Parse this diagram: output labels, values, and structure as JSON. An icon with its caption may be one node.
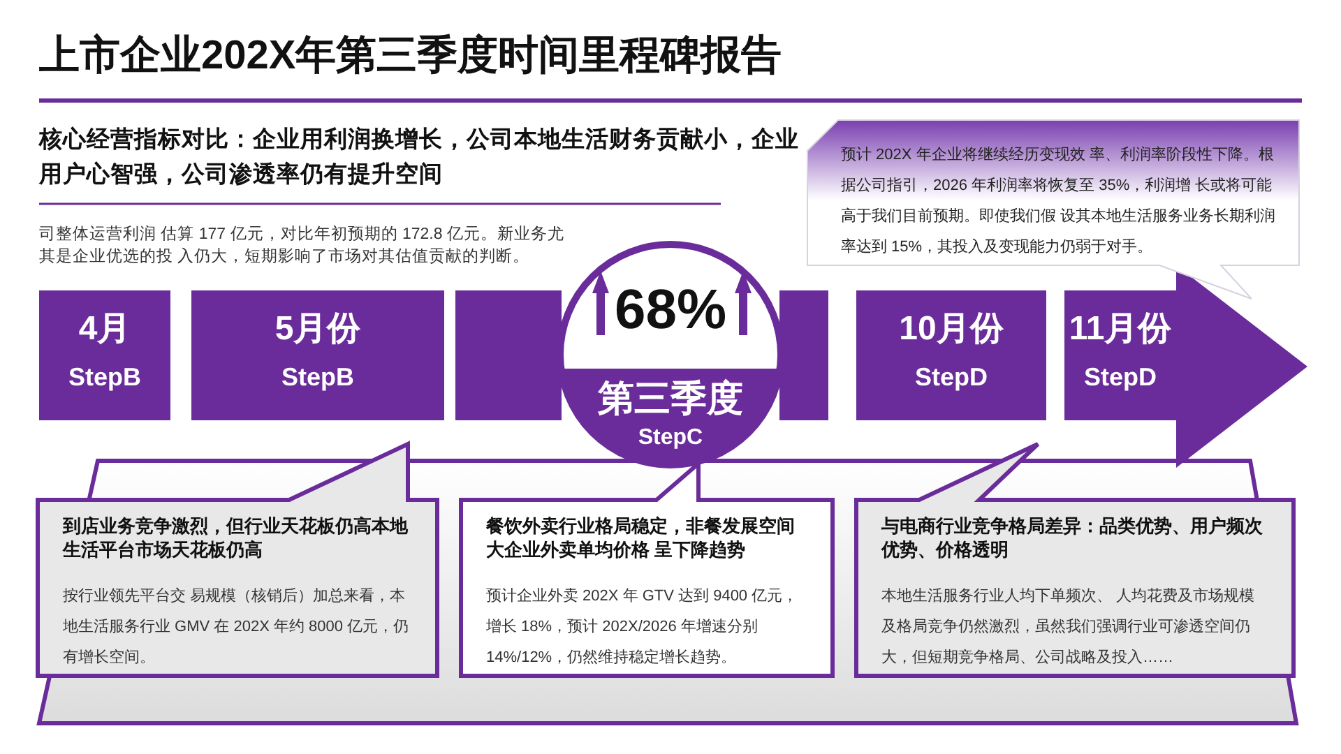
{
  "diagram": {
    "title": "上市企业202X年第三季度时间里程碑报告",
    "nodes": [
      {
        "text": [
          "4月",
          "StepB"
        ]
      },
      {
        "text": [
          "5月份",
          "StepB"
        ]
      },
      {
        "text": [],
        "shape": "bar"
      },
      {
        "text": [
          "68%",
          "第三季度",
          "StepC"
        ]
      },
      {
        "text": [],
        "shape": "bar"
      },
      {
        "text": [
          "10月份",
          "StepD"
        ]
      },
      {
        "text": [
          "11月份",
          "StepD"
        ]
      },
      {
        "text": [
          "预计 202X 年企业将继续经历变现效 率、利润率阶段性下降。根据公司指引，2026 年利润率将恢复至 35%，利润增 长或将可能高于我们目前预期。即使我们假 设其本地生活服务业务长期利润率达到 15%，其投入及变现能力仍弱于对手。"
        ]
      },
      {
        "text": [
          "到店业务竞争激烈，但行业天花板仍高本地生活平台市场天花板仍高",
          "按行业领先平台交 易规模（核销后）加总来看，本地生活服务行业 GMV 在 202X 年约 8000 亿元，仍有增长空间。"
        ]
      },
      {
        "text": [
          "餐饮外卖行业格局稳定，非餐发展空间大企业外卖单均价格 呈下降趋势",
          "预计企业外卖 202X 年 GTV 达到 9400 亿元，增长 18%，预计 202X/2026 年增速分别 14%/12%，仍然维持稳定增长趋势。"
        ]
      },
      {
        "text": [
          "与电商行业竞争格局差异：品类优势、用户频次优势、价格透明",
          "本地生活服务行业人均下单频次、 人均花费及市场规模及格局竞争仍然激烈，虽然我们强调行业可渗透空间仍大，但短期竞争格局、公司战略及投入……"
        ]
      }
    ],
    "edges": [],
    "labels": [
      "核心经营指标对比：企业用利润换增长，公司本地生活财务贡献小，企业用户心智强，公司渗透率仍有提升空间",
      "司整体运营利润 估算 177 亿元，对比年初预期的 172.8 亿元。新业务尤其是企业优选的投 入仍大，短期影响了市场对其估值贡献的判断。"
    ]
  }
}
